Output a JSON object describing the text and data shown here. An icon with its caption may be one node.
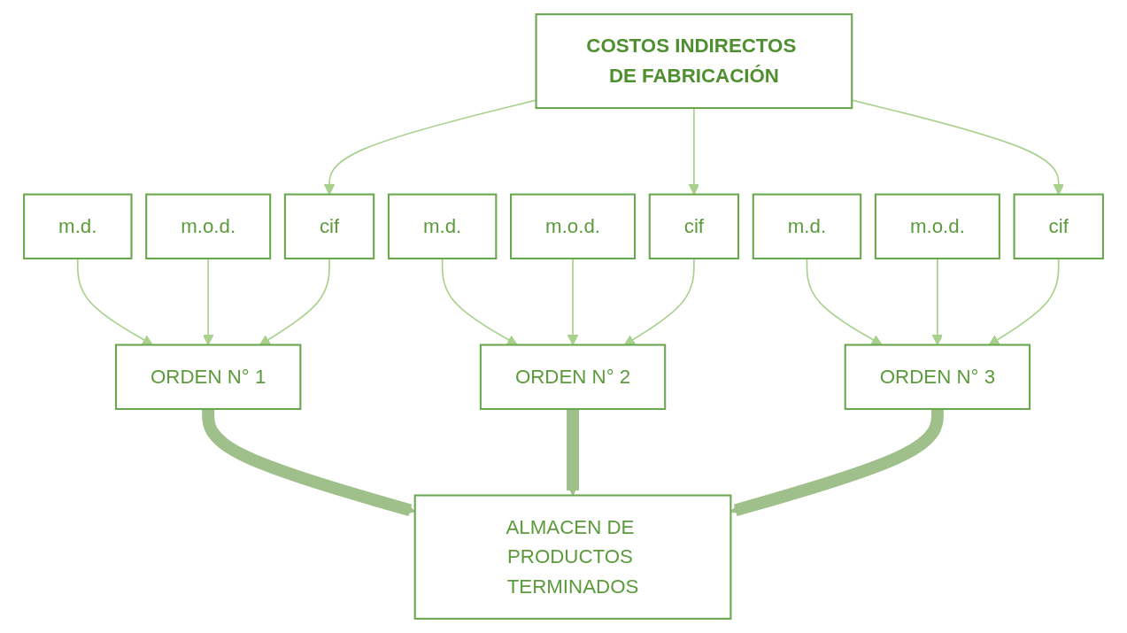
{
  "diagram": {
    "nodes": [
      {
        "text": [
          "COSTOS INDIRECTOS DE FABRICACIÓN"
        ]
      },
      {
        "text": [
          "m.d."
        ]
      },
      {
        "text": [
          "m.o.d."
        ]
      },
      {
        "text": [
          "cif"
        ]
      },
      {
        "text": [
          "m.d."
        ]
      },
      {
        "text": [
          "m.o.d."
        ]
      },
      {
        "text": [
          "cif"
        ]
      },
      {
        "text": [
          "m.d."
        ]
      },
      {
        "text": [
          "m.o.d."
        ]
      },
      {
        "text": [
          "cif"
        ]
      },
      {
        "text": [
          "ORDEN N° 1"
        ]
      },
      {
        "text": [
          "ORDEN N° 2"
        ]
      },
      {
        "text": [
          "ORDEN N° 3"
        ]
      },
      {
        "text": [
          "ALMACEN DE PRODUCTOS TERMINADOS"
        ]
      }
    ],
    "edges": [
      {
        "from": 0,
        "to": 3,
        "arrow": "to"
      },
      {
        "from": 0,
        "to": 6,
        "arrow": "to"
      },
      {
        "from": 0,
        "to": 9,
        "arrow": "to"
      },
      {
        "from": 1,
        "to": 10,
        "arrow": "to"
      },
      {
        "from": 2,
        "to": 10,
        "arrow": "to"
      },
      {
        "from": 3,
        "to": 10,
        "arrow": "to"
      },
      {
        "from": 4,
        "to": 11,
        "arrow": "to"
      },
      {
        "from": 5,
        "to": 11,
        "arrow": "to"
      },
      {
        "from": 6,
        "to": 11,
        "arrow": "to"
      },
      {
        "from": 7,
        "to": 12,
        "arrow": "to"
      },
      {
        "from": 8,
        "to": 12,
        "arrow": "to"
      },
      {
        "from": 9,
        "to": 12,
        "arrow": "to"
      },
      {
        "from": 10,
        "to": 13,
        "arrow": "to",
        "style": "thick"
      },
      {
        "from": 11,
        "to": 13,
        "arrow": "to",
        "style": "thick"
      },
      {
        "from": 12,
        "to": 13,
        "arrow": "to",
        "style": "thick"
      }
    ]
  }
}
